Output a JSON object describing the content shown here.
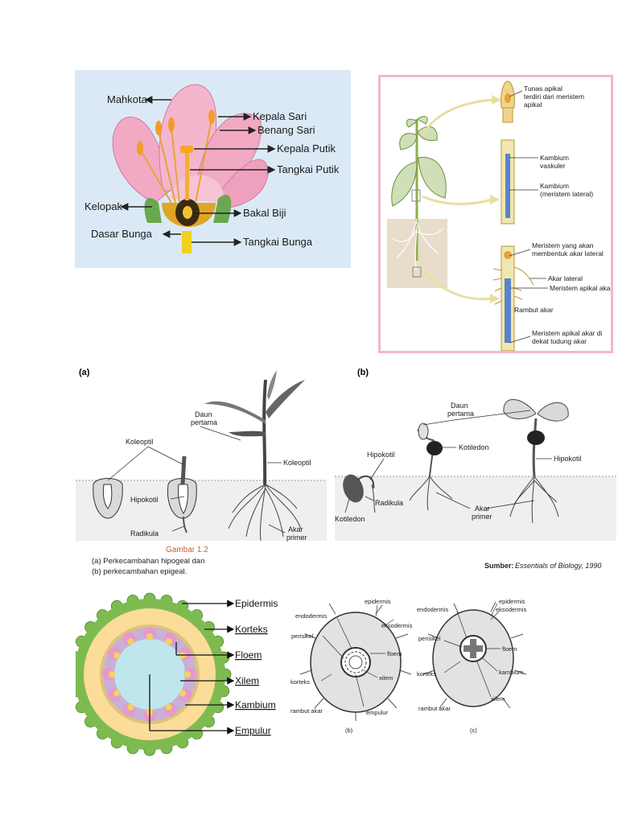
{
  "flower": {
    "labels": {
      "mahkota": "Mahkota",
      "kepala_sari": "Kepala Sari",
      "benang_sari": "Benang Sari",
      "kepala_putik": "Kepala Putik",
      "tangkai_putik": "Tangkai Putik",
      "kelopak": "Kelopak",
      "bakal_biji": "Bakal Biji",
      "dasar_bunga": "Dasar Bunga",
      "tangkai_bunga": "Tangkai Bunga"
    }
  },
  "meristem": {
    "labels": {
      "tunas_apikal": "Tunas apikal",
      "tunas_desc1": "terdiri dari meristem",
      "tunas_desc2": "apikal",
      "kambium_vaskuler": "Kambium",
      "kambium_vaskuler_2": "vaskuler",
      "kambium_lateral": "Kambium",
      "kambium_lateral_2": "(meristem lateral)",
      "meristem_lateral_1": "Meristem yang akan",
      "meristem_lateral_2": "membentuk akar lateral",
      "akar_lateral": "Akar lateral",
      "meristem_apikal_akar": "Meristem apikal akar",
      "rambut_akar": "Rambut akar",
      "meristem_tudung_1": "Meristem apikal akar di",
      "meristem_tudung_2": "dekat tudung akar"
    }
  },
  "germination": {
    "label_a": "(a)",
    "label_b": "(b)",
    "a": {
      "koleoptil": "Koleoptil",
      "daun_pertama_1": "Daun",
      "daun_pertama_2": "pertama",
      "koleoptil_right": "Koleoptil",
      "hipokotil": "Hipokotil",
      "radikula": "Radikula",
      "akar_primer_1": "Akar",
      "akar_primer_2": "primer"
    },
    "b": {
      "daun_pertama_1": "Daun",
      "daun_pertama_2": "pertama",
      "hipokotil_left": "Hipokotil",
      "kotiledon_mid": "Kotiledon",
      "hipokotil_right": "Hipokotil",
      "radikula": "Radikula",
      "kotiledon_left": "Kotiledon",
      "akar_primer_1": "Akar",
      "akar_primer_2": "primer"
    },
    "caption_title": "Gambar 1.2",
    "caption_line1": "(a)  Perkecambahan hipogeal dan",
    "caption_line2": "(b)  perkecambahan epigeal.",
    "source_label": "Sumber:",
    "source_text": "Essentials of Biology, 1990"
  },
  "stem_section": {
    "labels": {
      "epidermis": "Epidermis",
      "korteks": "Korteks",
      "floem": "Floem",
      "xilem": "Xilem",
      "kambium": "Kambium",
      "empulur": "Empulur"
    }
  },
  "root_b": {
    "endodermis": "endodermis",
    "epidermis": "epidermis",
    "eksodermis": "eksodermis",
    "perisikel": "perisikel",
    "floem": "floem",
    "xilem": "xilem",
    "korteks": "korteks",
    "rambut_akar": "rambut akar",
    "empulur": "empulur",
    "caption": "(b)"
  },
  "root_c": {
    "endodermis": "endodermis",
    "epidermis": "epidermis",
    "eksodermis": "eksodermis",
    "perisikel": "perisikel",
    "floem": "floem",
    "kambium": "kambium",
    "korteks": "korteks",
    "rambut_akar": "rambut akar",
    "xilem": "xilem",
    "caption": "(c)"
  },
  "colors": {
    "flower_bg": "#dbe9f7",
    "petal": "#f2a9c4",
    "meristem_border": "#f2b9c2",
    "epidermis_green": "#7dbb50",
    "korteks_yellow": "#fbdc98",
    "empulur_blue": "#bfe6ec"
  }
}
